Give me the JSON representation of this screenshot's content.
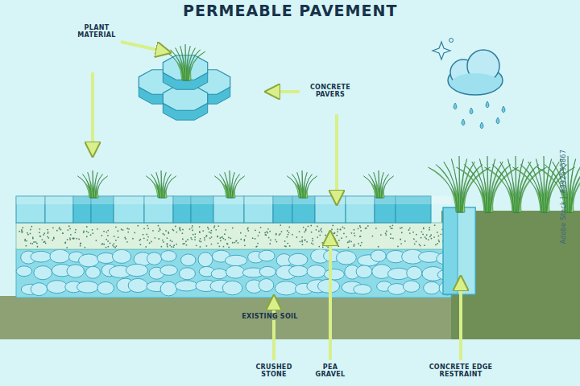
{
  "diagram": {
    "title": "PERMEABLE PAVEMENT",
    "labels": [
      "PLANT MATERIAL",
      "CONCRETE PAVERS",
      "EXISTING SOIL",
      "CRUSHED STONE",
      "PEA GRAVEL",
      "CONCRETE EDGE RESTRAINT",
      "Adobe Stock | #392595867"
    ]
  }
}
